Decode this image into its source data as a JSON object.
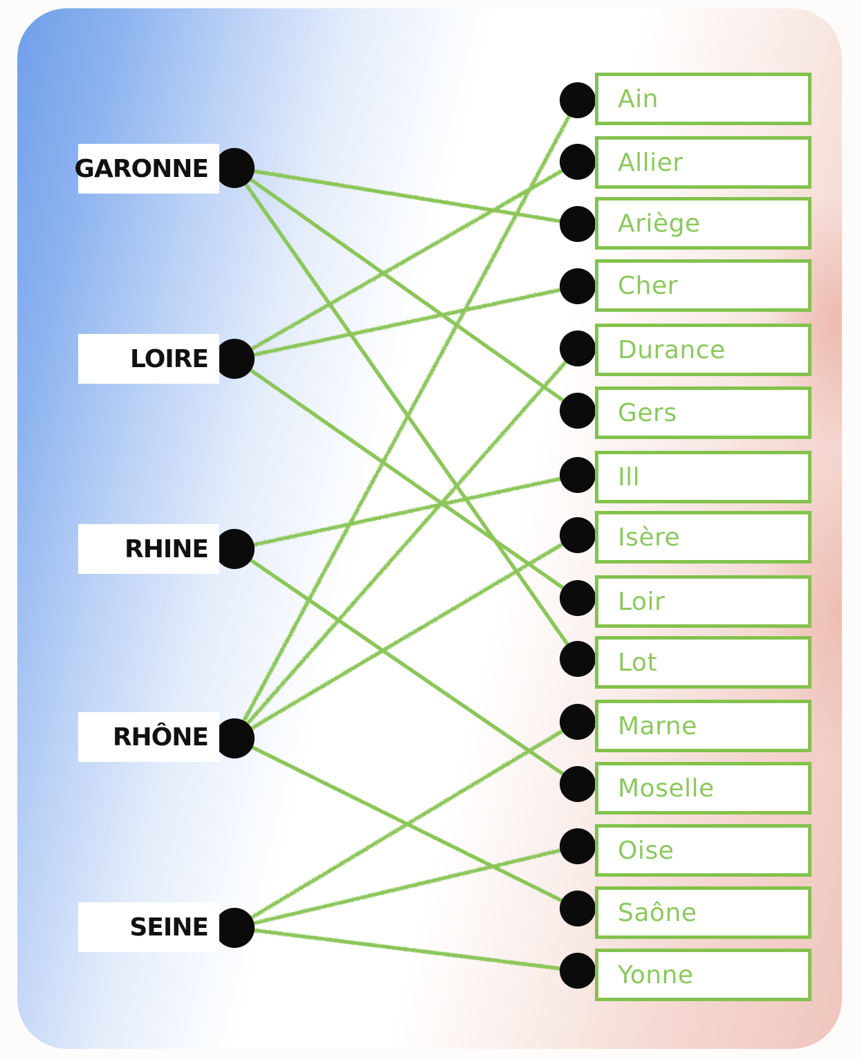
{
  "left_nodes": [
    {
      "label": "GARONNE"
    },
    {
      "label": "LOIRE"
    },
    {
      "label": "RHINE"
    },
    {
      "label": "RHÔNE"
    },
    {
      "label": "SEINE"
    }
  ],
  "right_nodes": [
    {
      "label": "Ain"
    },
    {
      "label": "Allier"
    },
    {
      "label": "Ariège"
    },
    {
      "label": "Cher"
    },
    {
      "label": "Durance"
    },
    {
      "label": "Gers"
    },
    {
      "label": "Ill"
    },
    {
      "label": "Isère"
    },
    {
      "label": "Loir"
    },
    {
      "label": "Lot"
    },
    {
      "label": "Marne"
    },
    {
      "label": "Moselle"
    },
    {
      "label": "Oise"
    },
    {
      "label": "Saône"
    },
    {
      "label": "Yonne"
    }
  ],
  "connections": [
    {
      "from": "GARONNE",
      "to": "Ariège"
    },
    {
      "from": "GARONNE",
      "to": "Gers"
    },
    {
      "from": "GARONNE",
      "to": "Lot"
    },
    {
      "from": "LOIRE",
      "to": "Allier"
    },
    {
      "from": "LOIRE",
      "to": "Cher"
    },
    {
      "from": "LOIRE",
      "to": "Loir"
    },
    {
      "from": "RHINE",
      "to": "Ill"
    },
    {
      "from": "RHINE",
      "to": "Moselle"
    },
    {
      "from": "RHÔNE",
      "to": "Ain"
    },
    {
      "from": "RHÔNE",
      "to": "Durance"
    },
    {
      "from": "RHÔNE",
      "to": "Isère"
    },
    {
      "from": "RHÔNE",
      "to": "Saône"
    },
    {
      "from": "SEINE",
      "to": "Marne"
    },
    {
      "from": "SEINE",
      "to": "Oise"
    },
    {
      "from": "SEINE",
      "to": "Yonne"
    }
  ],
  "colors": {
    "line_green": "#8cc65a",
    "box_border_green": "#83c24c",
    "right_text_green": "#8bc85e",
    "left_text_black": "#111111",
    "dot_black": "#0b0b0b",
    "card_blue": "#6f9ee9",
    "card_pink": "#efc6bd"
  }
}
